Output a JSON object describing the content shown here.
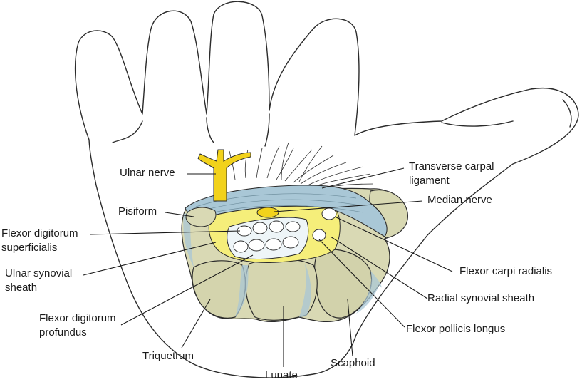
{
  "labels": {
    "ulnar_nerve": "Ulnar nerve",
    "transverse_carpal_1": "Transverse carpal",
    "transverse_carpal_2": "ligament",
    "pisiform": "Pisiform",
    "median_nerve": "Median nerve",
    "fds_1": "Flexor digitorum",
    "fds_2": "superficialis",
    "ulnar_synovial_1": "Ulnar synovial",
    "ulnar_synovial_2": "sheath",
    "fcr": "Flexor carpi radialis",
    "radial_synovial": "Radial synovial sheath",
    "fdp_1": "Flexor digitorum",
    "fdp_2": "profundus",
    "fpl": "Flexor pollicis longus",
    "triquetrum": "Triquetrum",
    "scaphoid": "Scaphoid",
    "lunate": "Lunate"
  },
  "colors": {
    "bone": "#d9d9b4",
    "bone_shadow": "#b8b890",
    "ligament": "#a9c7d6",
    "synovial": "#f5ee7a",
    "nerve": "#f2d21b",
    "tendon": "#ffffff",
    "outline": "#2b2b2b"
  }
}
